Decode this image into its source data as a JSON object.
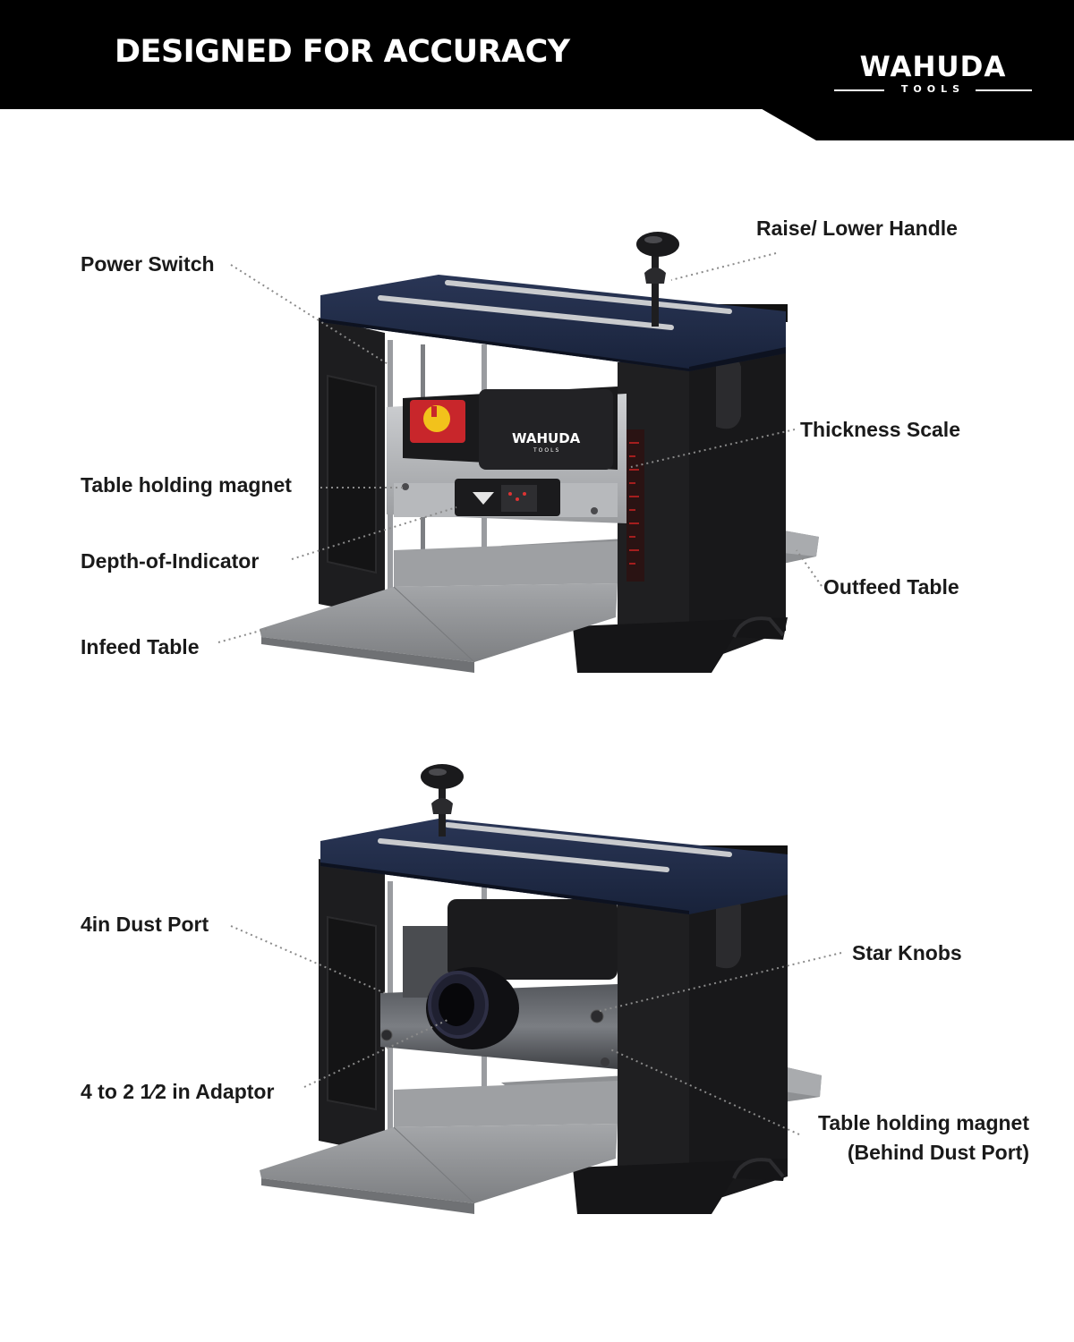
{
  "header": {
    "title": "DESIGNED FOR ACCURACY",
    "logo_word": "WAHUDA",
    "logo_sub": "TOOLS"
  },
  "planer_logo": {
    "word": "WAHUDA",
    "sub": "TOOLS"
  },
  "top_view": {
    "labels": {
      "power_switch": "Power Switch",
      "raise_lower_handle": "Raise/ Lower Handle",
      "thickness_scale": "Thickness Scale",
      "table_holding_magnet": "Table holding magnet",
      "depth_indicator": "Depth-of-Indicator",
      "outfeed_table": "Outfeed Table",
      "infeed_table": "Infeed Table"
    }
  },
  "bottom_view": {
    "labels": {
      "dust_port": "4in Dust Port",
      "star_knobs": "Star Knobs",
      "adaptor": "4 to 2 1⁄2 in Adaptor",
      "magnet_line1": "Table holding magnet",
      "magnet_line2": "(Behind Dust Port)"
    }
  },
  "colors": {
    "header_bg": "#000000",
    "top_plate": "#1f2a45",
    "body": "#1c1c1e",
    "table": "#8d8f92",
    "switch_red": "#c8262b",
    "switch_yellow": "#f2c21b"
  }
}
